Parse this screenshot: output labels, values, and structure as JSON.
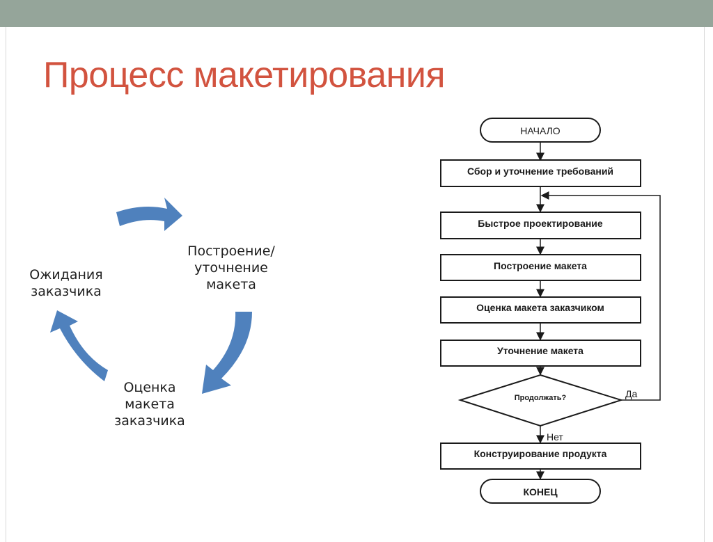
{
  "title": "Процесс макетирования",
  "cycle": {
    "build_label": "Построение/\nуточнение\nмакета",
    "build_lines": [
      "Построение/",
      "уточнение",
      "макета"
    ],
    "wait_lines": [
      "Ожидания",
      "заказчика"
    ],
    "eval_lines": [
      "Оценка",
      "макета",
      "заказчика"
    ],
    "arrow_color": "#4f81bd"
  },
  "flowchart": {
    "start": "НАЧАЛО",
    "steps": [
      "Сбор и уточнение требований",
      "Быстрое проектирование",
      "Построение макета",
      "Оценка макета заказчиком",
      "Уточнение макета"
    ],
    "decision": "Продолжать?",
    "yes": "Да",
    "no": "Нет",
    "final_step": "Конструирование продукта",
    "end": "КОНЕЦ"
  },
  "colors": {
    "top_bar": "#95a59a",
    "title": "#d2533f",
    "cycle_arrows": "#4f81bd"
  }
}
